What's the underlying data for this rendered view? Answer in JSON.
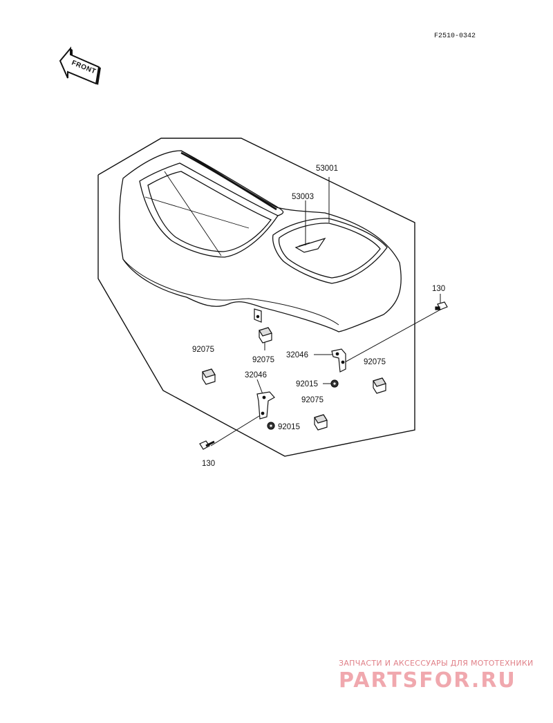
{
  "figure_code": "F2510-0342",
  "front_label": "FRONT",
  "parts": {
    "seat": "53001",
    "emblem": "53003",
    "bolt_right": "130",
    "bolt_left": "130",
    "bracket_right": "32046",
    "bracket_left": "32046",
    "nut_right": "92015",
    "nut_left": "92015",
    "damper_center_top": "92075",
    "damper_left": "92075",
    "damper_right": "92075",
    "damper_center_bottom": "92075"
  },
  "watermark": {
    "tagline": "ЗАПЧАСТИ И АКСЕССУАРЫ ДЛЯ МОТОТЕХНИКИ",
    "brand": "PARTSFOR.RU"
  },
  "colors": {
    "ink": "#111111",
    "watermark": "#f0a8ae"
  }
}
